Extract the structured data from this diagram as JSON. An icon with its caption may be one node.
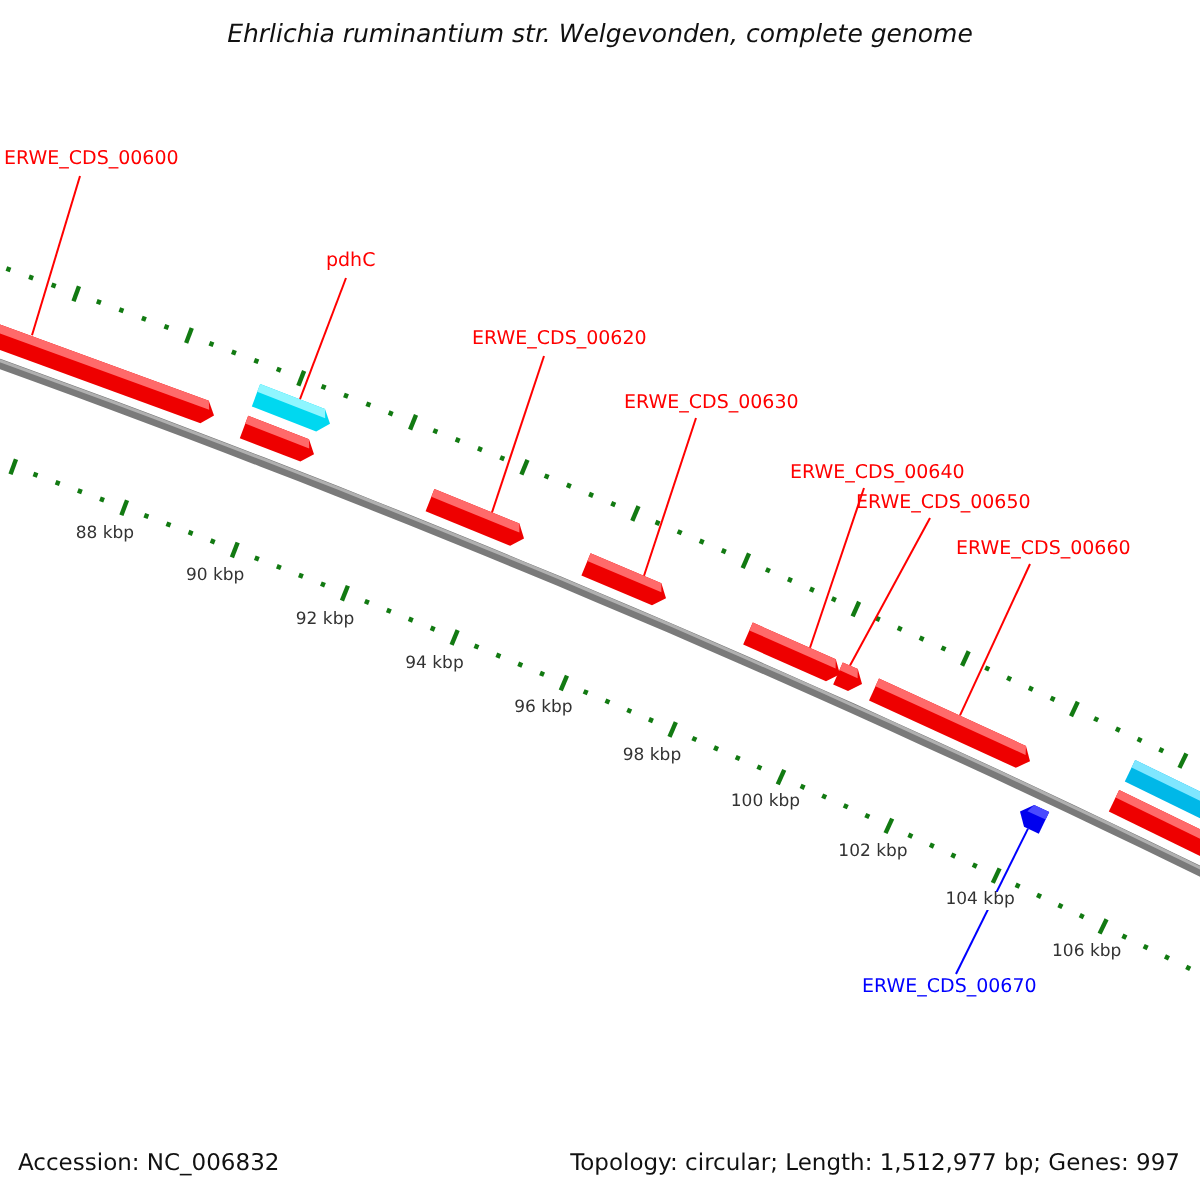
{
  "diagram": {
    "title": "Ehrlichia ruminantium str. Welgevonden, complete genome",
    "nodes": [
      {
        "text": [
          "ERWE_CDS_00600"
        ]
      },
      {
        "text": [
          "pdhC"
        ]
      },
      {
        "text": [
          "ERWE_CDS_00620"
        ]
      },
      {
        "text": [
          "ERWE_CDS_00630"
        ]
      },
      {
        "text": [
          "ERWE_CDS_00640"
        ]
      },
      {
        "text": [
          "ERWE_CDS_00650"
        ]
      },
      {
        "text": [
          "ERWE_CDS_00660"
        ]
      },
      {
        "text": [
          "ERWE_CDS_00670"
        ]
      },
      {
        "text": [],
        "shape": "arrow"
      },
      {
        "text": [],
        "shape": "arrow"
      },
      {
        "text": [],
        "shape": "arrow"
      },
      {
        "text": [],
        "shape": "arrow"
      },
      {
        "text": [],
        "shape": "arrow"
      },
      {
        "text": [],
        "shape": "arrow"
      },
      {
        "text": [],
        "shape": "arrow"
      },
      {
        "text": [],
        "shape": "arrow"
      },
      {
        "text": [],
        "shape": "arrow"
      },
      {
        "text": [],
        "shape": "arrow"
      },
      {
        "text": [],
        "shape": "arrow"
      }
    ],
    "edges": [
      {
        "from": 0,
        "to": 8,
        "arrow": "none"
      },
      {
        "from": 1,
        "to": 10,
        "arrow": "none"
      },
      {
        "from": 2,
        "to": 11,
        "arrow": "none"
      },
      {
        "from": 3,
        "to": 12,
        "arrow": "none"
      },
      {
        "from": 4,
        "to": 13,
        "arrow": "none"
      },
      {
        "from": 5,
        "to": 14,
        "arrow": "none"
      },
      {
        "from": 6,
        "to": 15,
        "arrow": "none"
      },
      {
        "from": 7,
        "to": 16,
        "arrow": "none",
        "color": "#0000ff"
      }
    ],
    "labels": [
      "88 kbp",
      "90 kbp",
      "92 kbp",
      "94 kbp",
      "96 kbp",
      "98 kbp",
      "100 kbp",
      "102 kbp",
      "104 kbp",
      "106 kbp",
      "Accession: NC_006832",
      "Topology: circular; Length: 1,512,977 bp; Genes: 997"
    ]
  }
}
